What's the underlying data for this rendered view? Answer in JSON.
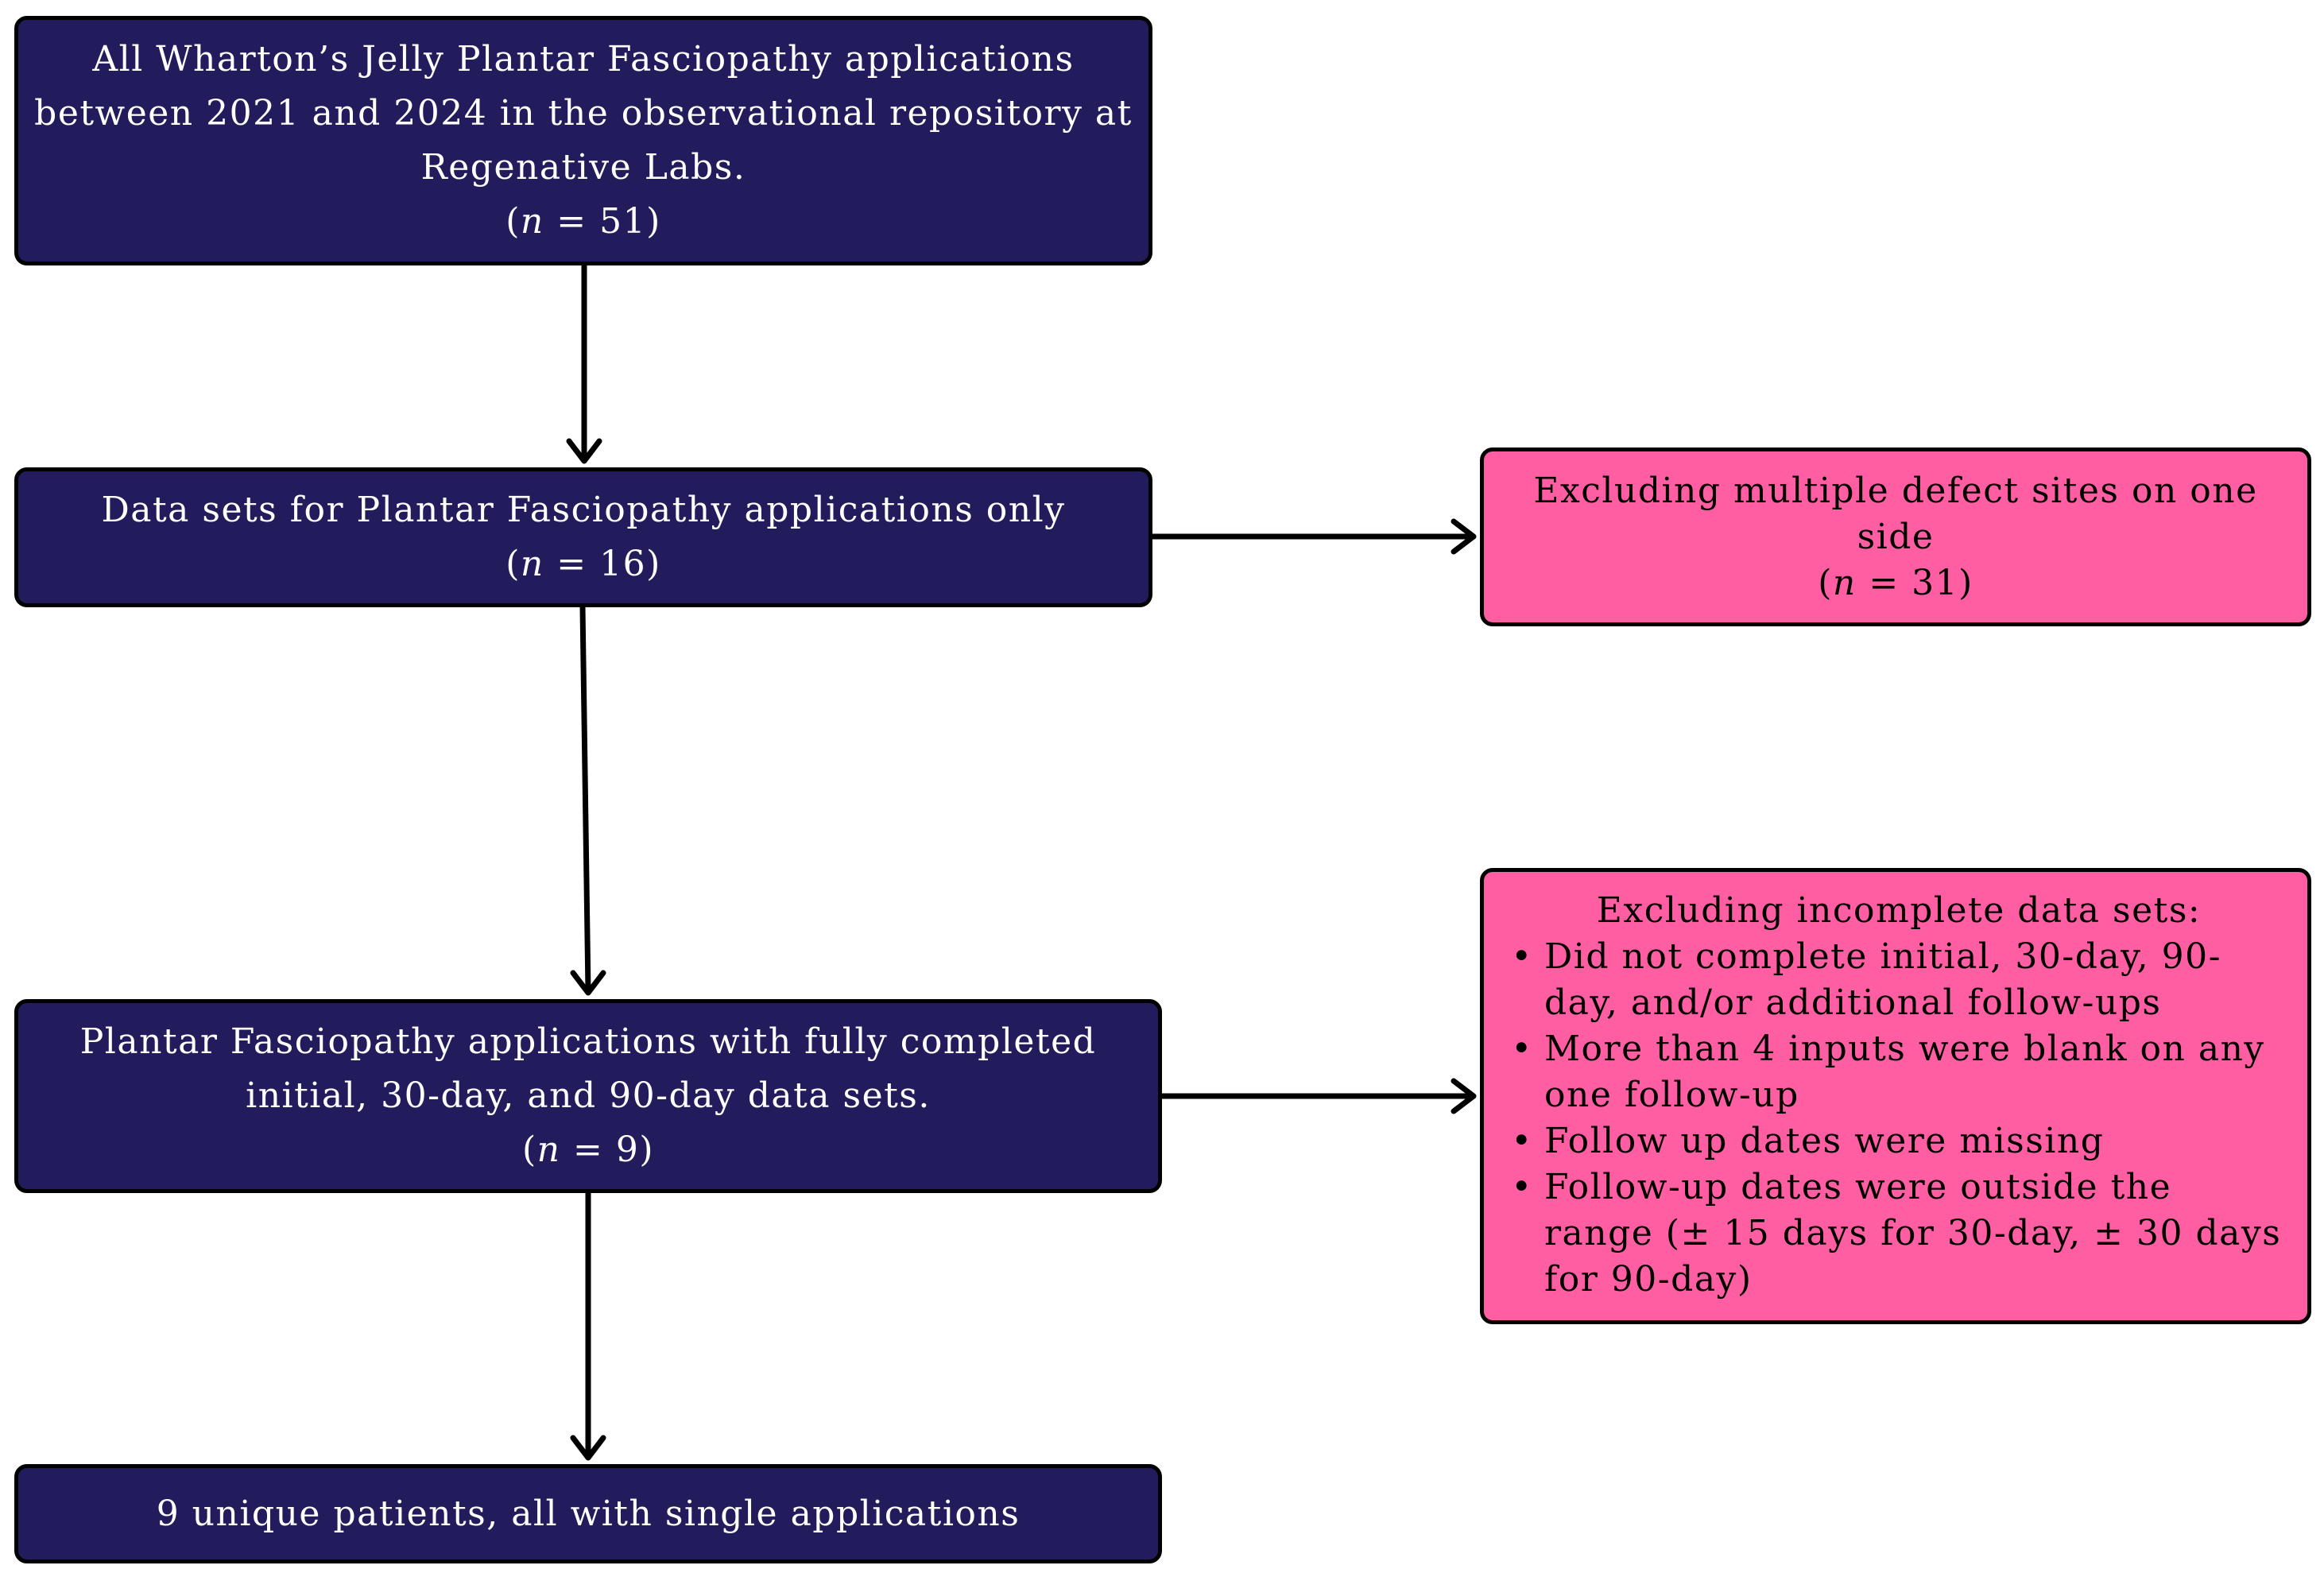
{
  "boxes": {
    "all_applications": {
      "lines": [
        "All Wharton’s Jelly Plantar Fasciopathy applications",
        "between 2021 and 2024 in the observational repository at",
        "Regenative Labs."
      ],
      "n_prefix": "(",
      "n_var": "n",
      "n_suffix": " = 51)"
    },
    "plantar_only": {
      "lines": [
        "Data sets for Plantar Fasciopathy applications only"
      ],
      "n_prefix": "(",
      "n_var": "n",
      "n_suffix": " = 16)"
    },
    "completed_sets": {
      "lines": [
        "Plantar Fasciopathy applications with fully completed",
        "initial, 30-day, and 90-day data sets."
      ],
      "n_prefix": "(",
      "n_var": "n",
      "n_suffix": " = 9)"
    },
    "unique_patients": {
      "lines": [
        "9 unique patients, all with single applications"
      ]
    },
    "exclude_multiple_sites": {
      "lines": [
        "Excluding multiple defect sites on one",
        "side"
      ],
      "n_prefix": "(",
      "n_var": "n",
      "n_suffix": " = 31)"
    },
    "exclude_incomplete": {
      "title": "Excluding incomplete data sets:",
      "bullet": "•",
      "items": [
        [
          "Did not complete initial, 30-day, 90-",
          "day, and/or additional follow-ups"
        ],
        [
          "More than 4 inputs were blank on any",
          "one follow-up"
        ],
        [
          "Follow up dates were missing"
        ],
        [
          "Follow-up dates were outside the",
          "range (± 15 days for 30-day, ± 30 days",
          "for 90-day)"
        ]
      ]
    }
  },
  "colors": {
    "main_box": "#221c5c",
    "exclusion_box": "#ff5fa2",
    "arrow": "#000000"
  }
}
